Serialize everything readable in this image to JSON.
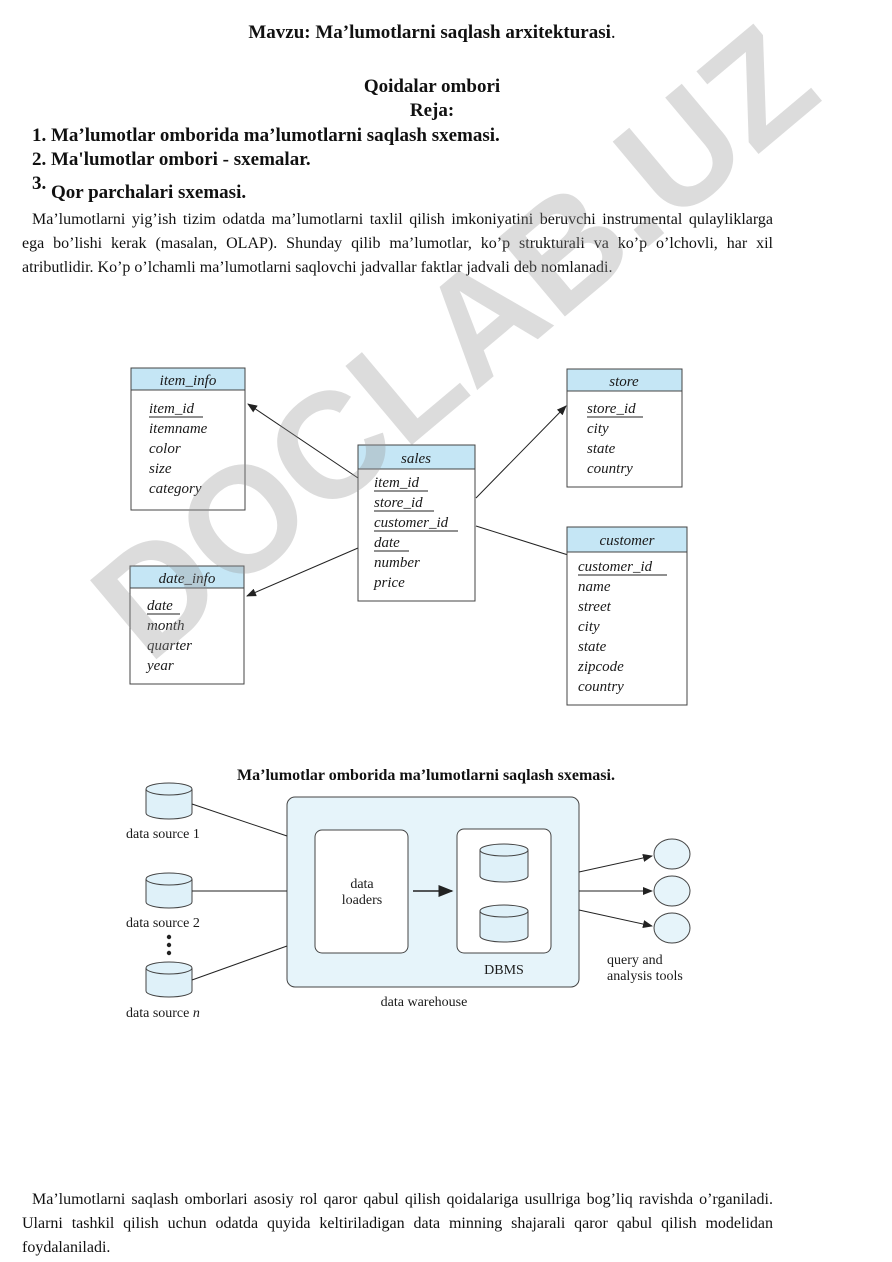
{
  "header": {
    "title_prefix": "Mavzu:  Ma’lumotlarni saqlash arxitekturasi",
    "title_suffix": ".",
    "section_title": "Qoidalar ombori",
    "plan_title": "Reja:"
  },
  "plan": [
    {
      "num": "1.",
      "text": "Ma’lumotlar omborida ma’lumotlarni saqlash sxemasi."
    },
    {
      "num": "2.",
      "text": "Ma'lumotlar ombori - sxemalar."
    },
    {
      "num": "3.",
      "text": "Qor parchalari sxemasi."
    }
  ],
  "intro_paragraph": "Ma’lumotlarni yig’ish tizim odatda ma’lumotlarni taxlil qilish imkoniyatini beruvchi instrumental qulayliklarga ega bo’lishi kerak (masalan, OLAP). Shunday qilib ma’lumotlar, ko’p strukturali va ko’p o’lchovli, har xil atributlidir. Ko’p o’lchamli ma’lumotlarni saqlovchi jadvallar faktlar jadvali deb nomlanadi.",
  "schema_diagram": {
    "item_info": {
      "title": "item_info",
      "attrs": [
        "item_id",
        "itemname",
        "color",
        "size",
        "category"
      ]
    },
    "date_info": {
      "title": "date_info",
      "attrs": [
        "date",
        "month",
        "quarter",
        "year"
      ]
    },
    "sales": {
      "title": "sales",
      "attrs": [
        "item_id",
        "store_id",
        "customer_id",
        "date",
        "number",
        "price"
      ]
    },
    "store": {
      "title": "store",
      "attrs": [
        "store_id",
        "city",
        "state",
        "country"
      ]
    },
    "customer": {
      "title": "customer",
      "attrs": [
        "customer_id",
        "name",
        "street",
        "city",
        "state",
        "zipcode",
        "country"
      ]
    },
    "header_color": "#c5e6f5"
  },
  "warehouse_caption": "Ma’lumotlar omborida ma’lumotlarni saqlash sxemasi.",
  "warehouse_diagram": {
    "source1": "data source 1",
    "source2": "data source 2",
    "source_n_prefix": "data source ",
    "source_n_suffix": "n",
    "loaders_line1": "data",
    "loaders_line2": "loaders",
    "dbms": "DBMS",
    "warehouse": "data warehouse",
    "tools_line1": "query and",
    "tools_line2": "analysis tools",
    "fill_color": "#e6f4fa"
  },
  "closing_paragraph": "Ma’lumotlarni saqlash omborlari asosiy rol qaror qabul qilish qoidalariga usullriga bog’liq ravishda o’rganiladi. Ularni tashkil qilish uchun odatda quyida keltiriladigan data minning shajarali qaror qabul qilish modelidan foydalaniladi.",
  "watermark": "DOCLAB.UZ"
}
